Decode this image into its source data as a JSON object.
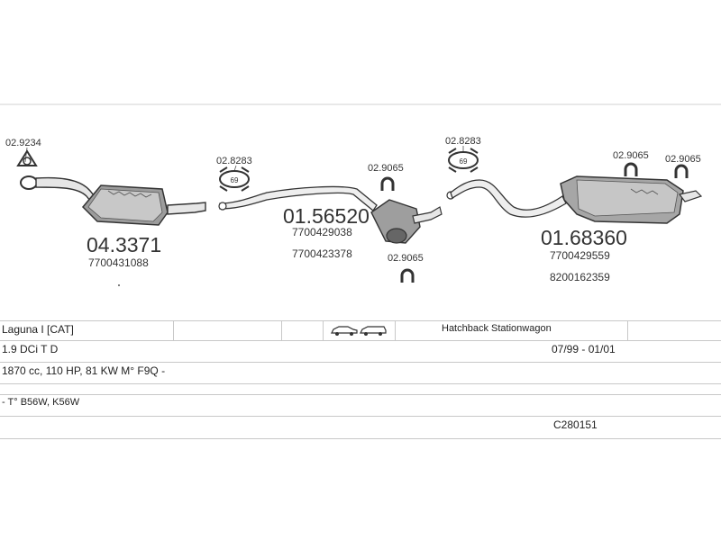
{
  "parts": {
    "clamp_top_left": "02.9234",
    "clamp_ring_1": "02.8283",
    "clamp_ring_2": "02.8283",
    "hanger_1": "02.9065",
    "hanger_2": "02.9065",
    "hanger_3": "02.9065",
    "hanger_4": "02.9065",
    "ring_1_number": "69",
    "ring_2_number": "69"
  },
  "catalyst": {
    "number": "04.3371",
    "oem": "7700431088"
  },
  "middle_silencer": {
    "number": "01.56520",
    "oem_1": "7700429038",
    "oem_2": "7700423378"
  },
  "rear_silencer": {
    "number": "01.68360",
    "oem_1": "7700429559",
    "oem_2": "8200162359"
  },
  "table": {
    "model": "Laguna I  [CAT]",
    "body_types": "Hatchback Stationwagon",
    "engine": "1.9 DCi T D",
    "years": "07/99 - 01/01",
    "specs": "1870 cc, 110 HP, 81 KW M° F9Q -",
    "types": "- T° B56W, K56W",
    "code": "C280151"
  },
  "icons": [
    "car-hatchback-icon",
    "car-stationwagon-icon"
  ]
}
